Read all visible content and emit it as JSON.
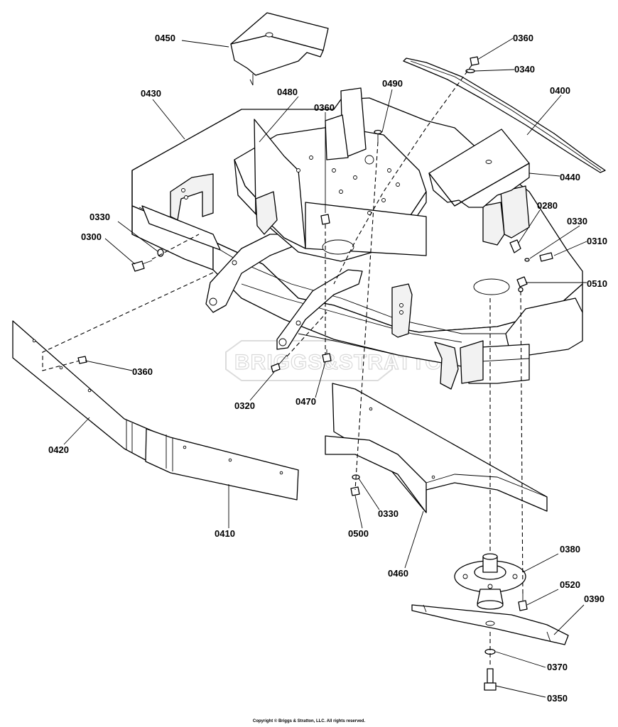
{
  "watermark": "BRIGGS&STRATTON",
  "copyright": "Copyright © Briggs & Stratton, LLC. All rights reserved.",
  "callouts": {
    "c0450": "0450",
    "c0360_top": "0360",
    "c0340": "0340",
    "c0430": "0430",
    "c0480": "0480",
    "c0360_mid": "0360",
    "c0490": "0490",
    "c0400": "0400",
    "c0440": "0440",
    "c0330_left": "0330",
    "c0300": "0300",
    "c0280": "0280",
    "c0330_right": "0330",
    "c0310": "0310",
    "c0510": "0510",
    "c0360_left": "0360",
    "c0320": "0320",
    "c0470": "0470",
    "c0420": "0420",
    "c0410": "0410",
    "c0330_bottom": "0330",
    "c0500": "0500",
    "c0460": "0460",
    "c0380": "0380",
    "c0520": "0520",
    "c0390": "0390",
    "c0370": "0370",
    "c0350": "0350"
  }
}
